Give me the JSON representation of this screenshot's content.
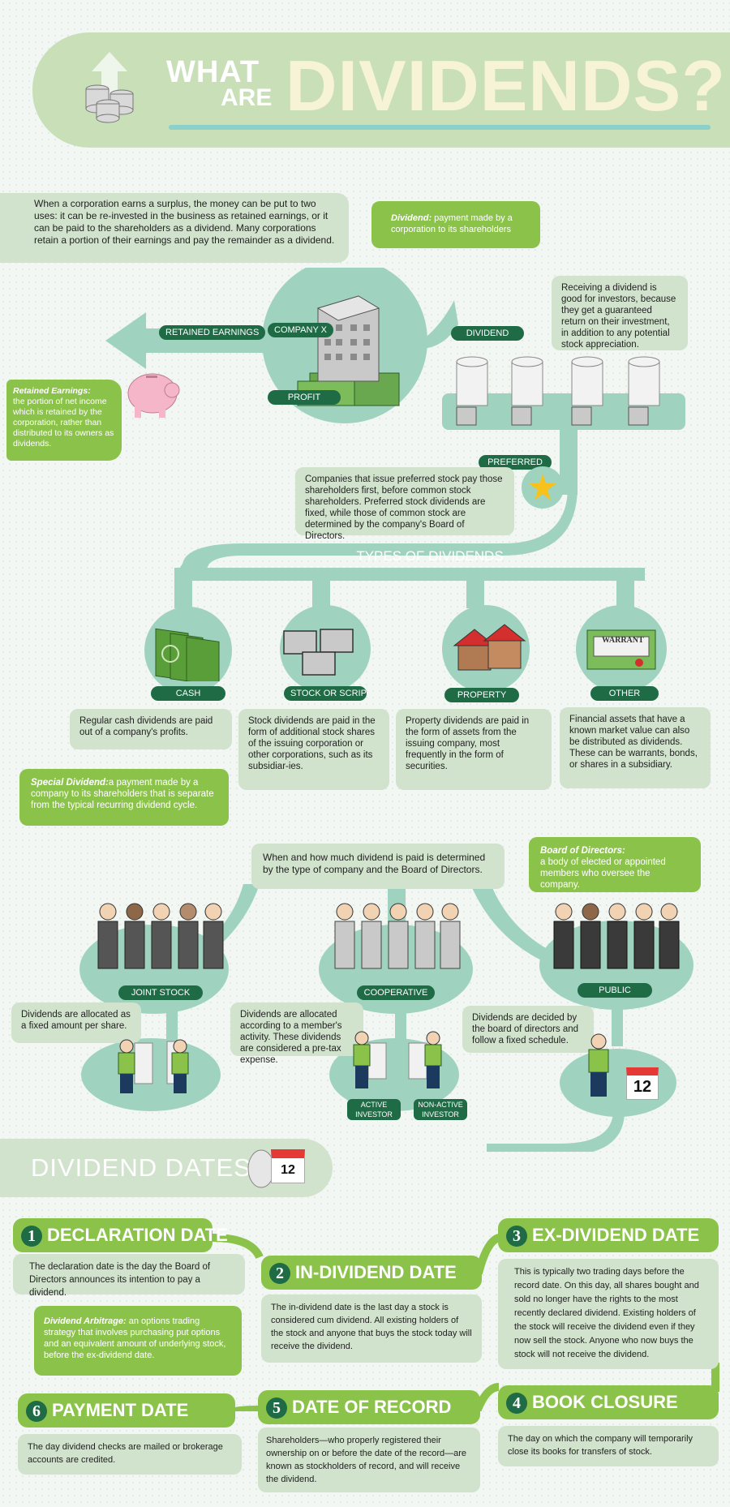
{
  "header": {
    "what": "WHAT",
    "are": "ARE",
    "dividends": "DIVIDENDS?"
  },
  "intro": {
    "surplus_text": "When a corporation earns a surplus, the money can be put to two uses: it can be re-invested in the business as retained earnings, or it can be paid to the shareholders as a dividend. Many corporations retain a portion of their earnings and pay the remainder as a dividend.",
    "dividend_term": "Dividend:",
    "dividend_def": " payment made by a corporation to its shareholders",
    "good_for_investors": "Receiving a dividend is good for investors, because they get a guaranteed return on their investment, in addition to any potential stock appreciation.",
    "retained_term": "Retained Earnings:",
    "retained_def": "the portion of net income which is retained by the corporation, rather than distributed to its owners as dividends."
  },
  "flow": {
    "retained_earnings": "RETAINED EARNINGS",
    "company_x": "COMPANY X",
    "dividend": "DIVIDEND",
    "profit": "PROFIT",
    "preferred": "PREFERRED",
    "preferred_text": "Companies that issue preferred stock pay those shareholders first, before common stock shareholders. Preferred stock dividends are fixed, while those of common stock are determined by the company's Board of Directors."
  },
  "types": {
    "title": "TYPES OF DIVIDENDS",
    "items": [
      {
        "label": "CASH",
        "text": "Regular cash dividends are paid out of a company's profits."
      },
      {
        "label": "STOCK OR SCRIP",
        "text": "Stock dividends are paid in the form of additional stock shares of the issuing corporation or other corporations, such as its subsidiar-ies."
      },
      {
        "label": "PROPERTY",
        "text": "Property dividends are paid in the form of assets from the issuing company, most frequently in the form of securities."
      },
      {
        "label": "OTHER",
        "text": "Financial assets that have a known market value can also be distributed as dividends. These can be warrants, bonds, or shares in a subsidiary."
      }
    ],
    "warrant_label": "WARRANT",
    "special_term": "Special Dividend:",
    "special_def": "a payment made by a company to its shareholders that is separate from the typical recurring dividend cycle."
  },
  "companies": {
    "when_text": "When and how much dividend is paid is determined by the type of company and the Board of Directors.",
    "board_term": "Board of Directors:",
    "board_def": "a body of elected or appointed members who oversee the company.",
    "joint_stock": "JOINT STOCK",
    "cooperative": "COOPERATIVE",
    "public": "PUBLIC",
    "joint_text": "Dividends are allocated as a fixed amount per share.",
    "coop_text": "Dividends are allocated according to a member's activity. These dividends are considered a pre-tax expense.",
    "public_text": "Dividends are decided by the board of directors and follow a fixed schedule.",
    "active_investor": [
      "ACTIVE",
      "INVESTOR"
    ],
    "non_active_investor": [
      "NON-ACTIVE",
      "INVESTOR"
    ],
    "calendar_day": "12"
  },
  "dates": {
    "title": "DIVIDEND DATES",
    "calendar_day": "12",
    "steps": [
      {
        "num": "1",
        "title": "DECLARATION DATE",
        "text": "The declaration date is the day the Board of Directors announces its intention to pay a dividend."
      },
      {
        "num": "2",
        "title": "IN-DIVIDEND DATE",
        "text": "The in-dividend date is the last day a stock is considered cum dividend. All existing holders of the stock and anyone that buys the stock today will receive the dividend."
      },
      {
        "num": "3",
        "title": "EX-DIVIDEND DATE",
        "text": "This is typically two trading days before the record date. On this day, all shares bought and sold no longer have the rights to the most recently declared dividend. Existing holders of the stock will receive the dividend even if they now sell the stock. Anyone who now buys the stock will not receive the dividend."
      },
      {
        "num": "4",
        "title": "BOOK CLOSURE",
        "text": "The day on which the company will temporarily close its books for transfers of stock."
      },
      {
        "num": "5",
        "title": "DATE OF RECORD",
        "text": "Shareholders—who properly registered their ownership on or before the date of the record—are known as stockholders of record, and will receive the dividend."
      },
      {
        "num": "6",
        "title": "PAYMENT DATE",
        "text": "The day dividend checks are mailed or brokerage accounts are credited."
      }
    ],
    "arbitrage_term": "Dividend Arbitrage:",
    "arbitrage_def": " an options trading strategy that involves purchasing put options and an equivalent amount of underlying stock, before the ex-dividend date."
  },
  "colors": {
    "green": "#8bc34a",
    "dark_green": "#1f6b46",
    "mint": "#9fd3c0",
    "light_green": "#d1e3cc"
  }
}
